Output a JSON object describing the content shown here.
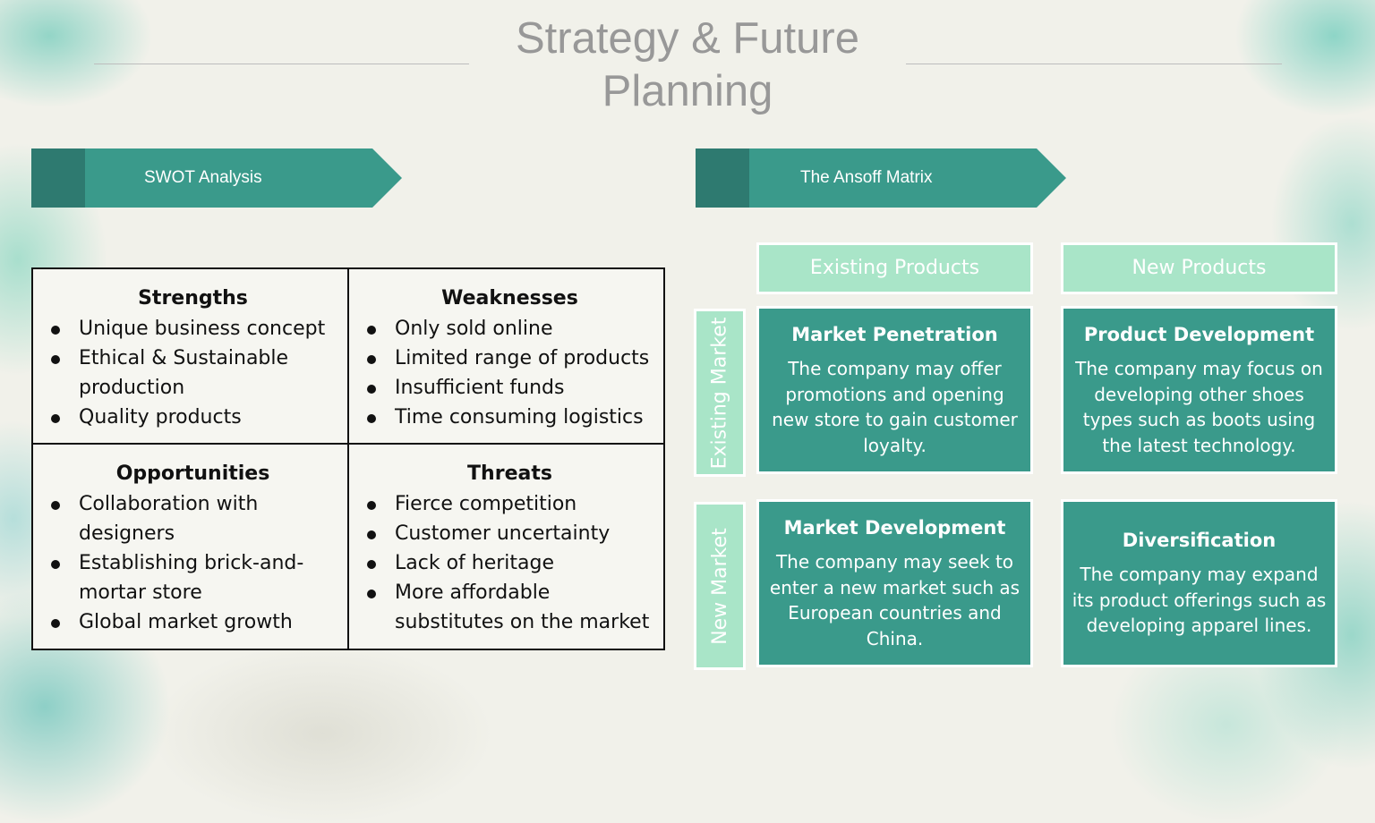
{
  "slide": {
    "title": "Strategy & Future Planning"
  },
  "swot_banner": {
    "label": "SWOT Analysis"
  },
  "ansoff_banner": {
    "label": "The Ansoff Matrix"
  },
  "swot": {
    "strengths": {
      "heading": "Strengths",
      "items": [
        "Unique business concept",
        "Ethical & Sustainable production",
        "Quality products"
      ]
    },
    "weaknesses": {
      "heading": "Weaknesses",
      "items": [
        "Only sold online",
        "Limited range of products",
        "Insufficient funds",
        "Time consuming logistics"
      ]
    },
    "opportunities": {
      "heading": "Opportunities",
      "items": [
        "Collaboration with designers",
        "Establishing brick-and-mortar store",
        "Global market growth"
      ]
    },
    "threats": {
      "heading": "Threats",
      "items": [
        "Fierce competition",
        "Customer uncertainty",
        "Lack of heritage",
        "More affordable substitutes on the market"
      ]
    }
  },
  "ansoff": {
    "columns": [
      "Existing Products",
      "New Products"
    ],
    "rows": [
      "Existing Market",
      "New Market"
    ],
    "cells": {
      "market_penetration": {
        "title": "Market Penetration",
        "text": "The company may offer promotions and opening new store to gain customer loyalty."
      },
      "product_development": {
        "title": "Product Development",
        "text": "The company may focus on developing other shoes types such as boots using the latest technology."
      },
      "market_development": {
        "title": "Market Development",
        "text": "The company may seek to enter a new market such as European countries and China."
      },
      "diversification": {
        "title": "Diversification",
        "text": "The company may expand its product offerings such as developing apparel lines."
      }
    }
  },
  "colors": {
    "teal": "#3a9a8b",
    "teal_dark": "#2e7a70",
    "mint": "#a9e5c8",
    "title_gray": "#989898"
  }
}
